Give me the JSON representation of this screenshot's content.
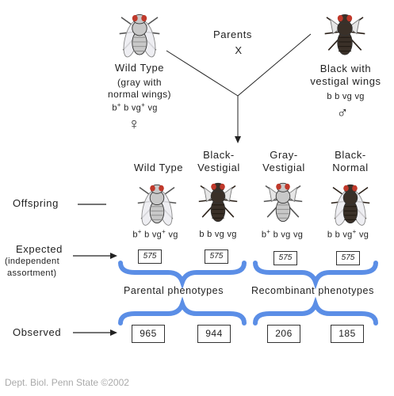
{
  "parents": {
    "title": "Parents",
    "cross_symbol": "X",
    "female": {
      "name": "Wild Type",
      "desc_line1": "(gray with",
      "desc_line2": "normal wings)",
      "genotype": [
        "b",
        "+",
        " b  vg",
        "+",
        " vg"
      ],
      "sex_symbol": "♀"
    },
    "male": {
      "name_line1": "Black with",
      "name_line2": "vestigal wings",
      "genotype": "b b vg vg",
      "sex_symbol": "♂"
    }
  },
  "offspring": {
    "label": "Offspring",
    "types": [
      {
        "name_line1": "",
        "name_line2": "Wild Type",
        "genotype": [
          "b",
          "+",
          " b  vg",
          "+",
          " vg"
        ],
        "expected": "575",
        "observed": "965",
        "body_color": "#c8c8c8",
        "wing": "normal"
      },
      {
        "name_line1": "Black-",
        "name_line2": "Vestigial",
        "genotype": [
          "b b vg vg",
          "",
          "",
          "",
          ""
        ],
        "expected": "575",
        "observed": "944",
        "body_color": "#3a3028",
        "wing": "vestigial"
      },
      {
        "name_line1": "Gray-",
        "name_line2": "Vestigial",
        "genotype": [
          "b",
          "+",
          " b  vg  vg",
          "",
          ""
        ],
        "expected": "575",
        "observed": "206",
        "body_color": "#c8c8c8",
        "wing": "vestigial"
      },
      {
        "name_line1": "Black-",
        "name_line2": "Normal",
        "genotype": [
          "b b vg",
          "+",
          " vg",
          "",
          ""
        ],
        "expected": "575",
        "observed": "185",
        "body_color": "#3a3028",
        "wing": "normal"
      }
    ]
  },
  "expected": {
    "label": "Expected",
    "sub_line1": "(independent",
    "sub_line2": "assortment)"
  },
  "groups": {
    "parental": "Parental phenotypes",
    "recombinant": "Recombinant phenotypes"
  },
  "observed": {
    "label": "Observed"
  },
  "credit": "Dept. Biol. Penn State ©2002",
  "colors": {
    "bracket": "#5b8ee6",
    "line": "#222222",
    "eye": "#c0392b"
  }
}
